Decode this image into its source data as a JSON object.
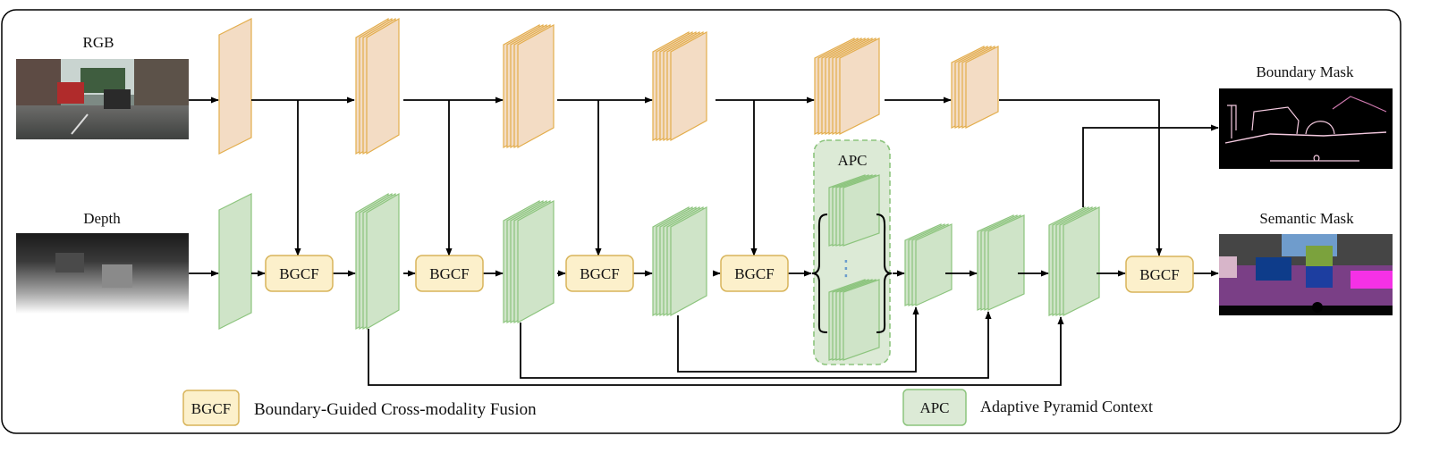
{
  "labels": {
    "rgb": "RGB",
    "depth": "Depth",
    "boundary_mask": "Boundary Mask",
    "semantic_mask": "Semantic Mask",
    "apc": "APC",
    "apc_dots": "⋮"
  },
  "modules": {
    "bgcf": "BGCF"
  },
  "legend": {
    "bgcf_abbr": "BGCF",
    "bgcf_desc": "Boundary-Guided Cross-modality Fusion",
    "apc_abbr": "APC",
    "apc_desc": "Adaptive Pyramid Context"
  },
  "colors": {
    "rgb_stream_fill": "#f3dcc4",
    "rgb_stream_stroke": "#e3ad4b",
    "depth_stream_fill": "#cfe4c8",
    "depth_stream_stroke": "#8cc47d",
    "bgcf_fill": "#fcf0cb",
    "bgcf_stroke": "#d8b45a",
    "apc_fill": "#dcead6",
    "apc_stroke": "#8cc47d",
    "arrow": "#000000"
  }
}
